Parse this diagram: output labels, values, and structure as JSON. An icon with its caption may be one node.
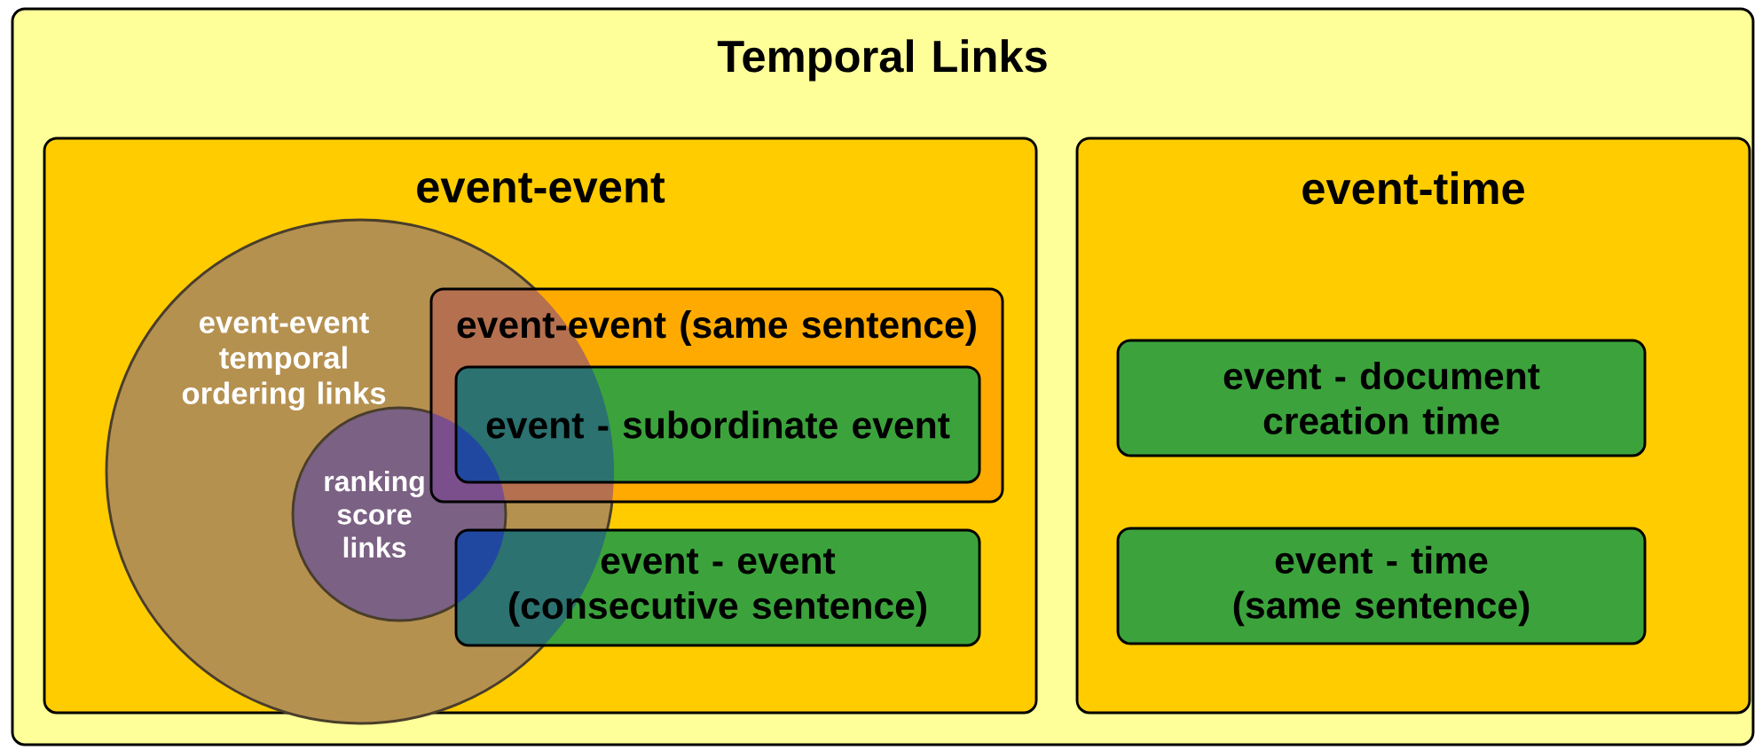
{
  "diagram": {
    "nodes": [
      {
        "text": [
          "Temporal Links"
        ]
      },
      {
        "text": [
          "event-event"
        ],
        "in": 0
      },
      {
        "text": [
          "event-event temporal ordering links"
        ],
        "in": 1
      },
      {
        "text": [
          "ranking score links"
        ],
        "in": 2
      },
      {
        "text": [
          "event-event (same sentence)"
        ],
        "in": 1
      },
      {
        "text": [
          "event - subordinate event"
        ],
        "in": 4
      },
      {
        "text": [
          "event - event (consecutive sentence)"
        ],
        "in": 1
      },
      {
        "text": [
          "event-time"
        ],
        "in": 0
      },
      {
        "text": [
          "event - document creation time"
        ],
        "in": 7
      },
      {
        "text": [
          "event - time (same sentence)"
        ],
        "in": 7
      }
    ]
  }
}
